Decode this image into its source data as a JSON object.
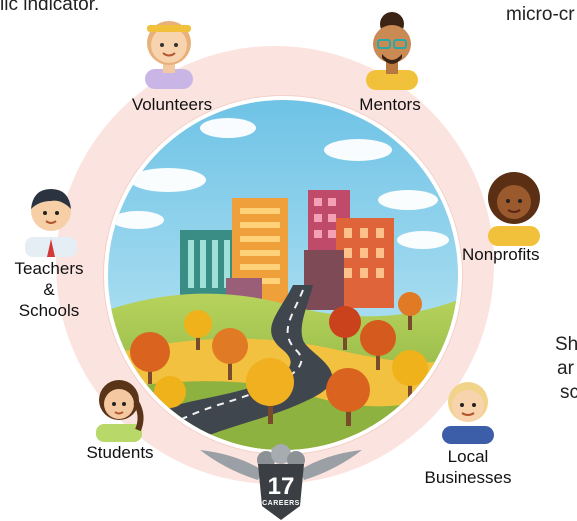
{
  "fragments": {
    "top_left": "lic indicator.",
    "top_right": "micro-cr",
    "right_1": "Sh",
    "right_2": "ar",
    "right_3": "sc"
  },
  "nodes": {
    "volunteers": "Volunteers",
    "mentors": "Mentors",
    "nonprofits": "Nonprofits",
    "teachers_1": "Teachers",
    "teachers_2": "&",
    "teachers_3": "Schools",
    "students": "Students",
    "local_1": "Local",
    "local_2": "Businesses"
  },
  "logo": {
    "number": "17",
    "word": "CAREERS"
  },
  "colors": {
    "ring": "#fbe4df",
    "sky": "#8fd0ea",
    "grass": "#9ac04a",
    "road": "#3f464d",
    "tree_orange": "#d9631f",
    "tree_yellow": "#f0b21a"
  }
}
